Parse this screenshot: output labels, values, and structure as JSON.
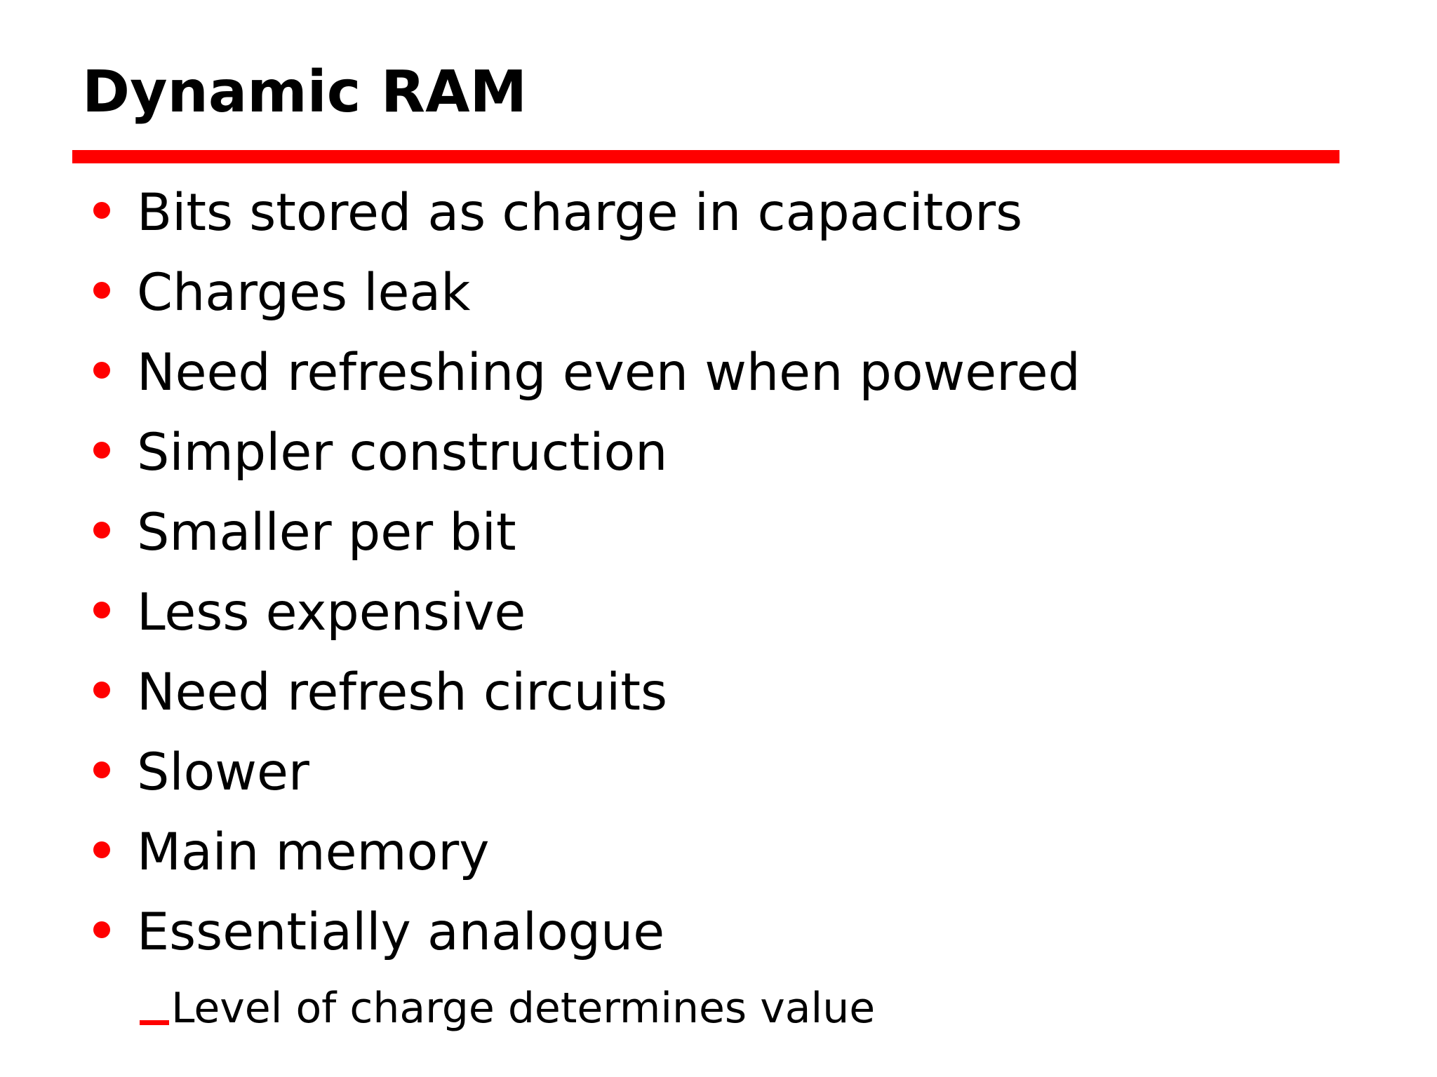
{
  "slide": {
    "title": "Dynamic RAM",
    "accent_color": "#FF0000",
    "text_color": "#000000",
    "background_color": "#FFFFFF",
    "rule": {
      "color": "#FF0000"
    },
    "bullets": [
      {
        "marker": "bullet-dot",
        "text": "Bits stored as charge in capacitors"
      },
      {
        "marker": "bullet-dot",
        "text": "Charges leak"
      },
      {
        "marker": "bullet-dot",
        "text": "Need refreshing even when powered"
      },
      {
        "marker": "bullet-dot",
        "text": "Simpler construction"
      },
      {
        "marker": "bullet-dot",
        "text": "Smaller per bit"
      },
      {
        "marker": "bullet-dot",
        "text": "Less expensive"
      },
      {
        "marker": "bullet-dot",
        "text": "Need refresh circuits"
      },
      {
        "marker": "bullet-dot",
        "text": "Slower"
      },
      {
        "marker": "bullet-dot",
        "text": "Main memory"
      },
      {
        "marker": "bullet-dot",
        "text": "Essentially analogue"
      }
    ],
    "subbullets": [
      {
        "marker": "em-dash",
        "text": "Level of charge determines value"
      }
    ]
  }
}
